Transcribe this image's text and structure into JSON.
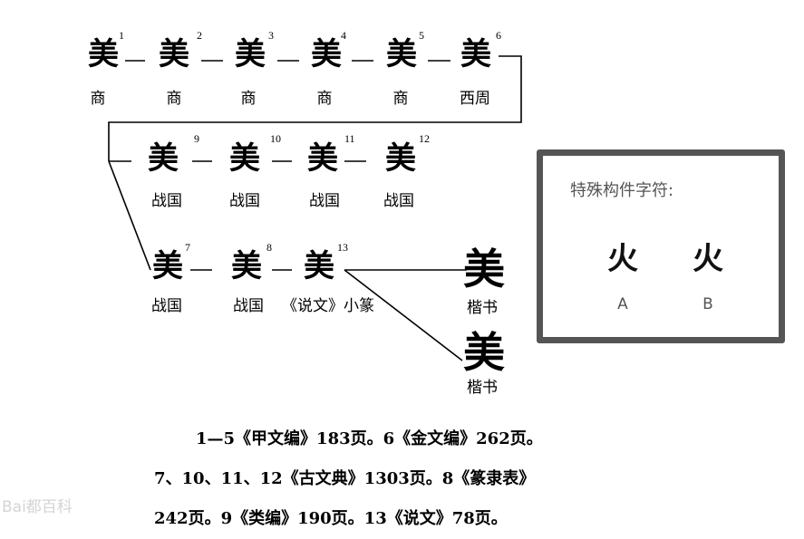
{
  "glyphs": [
    {
      "char": "美",
      "num": "1",
      "era": "商"
    },
    {
      "char": "美",
      "num": "2",
      "era": "商"
    },
    {
      "char": "美",
      "num": "3",
      "era": "商"
    },
    {
      "char": "美",
      "num": "4",
      "era": "商"
    },
    {
      "char": "美",
      "num": "5",
      "era": "商"
    },
    {
      "char": "美",
      "num": "6",
      "era": "西周"
    },
    {
      "char": "美",
      "num": "9",
      "era": "战国"
    },
    {
      "char": "美",
      "num": "10",
      "era": "战国"
    },
    {
      "char": "美",
      "num": "11",
      "era": "战国"
    },
    {
      "char": "美",
      "num": "12",
      "era": "战国"
    },
    {
      "char": "美",
      "num": "7",
      "era": "战国"
    },
    {
      "char": "美",
      "num": "8",
      "era": "战国"
    },
    {
      "char": "美",
      "num": "13",
      "era": "《说文》小篆"
    },
    {
      "char": "美",
      "num": "",
      "era": "楷书"
    },
    {
      "char": "美",
      "num": "",
      "era": "楷书"
    }
  ],
  "panel": {
    "title": "特殊构件字符:",
    "items": [
      {
        "char": "火",
        "label": "A"
      },
      {
        "char": "火",
        "label": "B"
      }
    ]
  },
  "notes": [
    "1—5《甲文编》183页。6《金文编》262页。",
    "7、10、11、12《古文典》1303页。8《篆隶表》",
    "242页。9《类编》190页。13《说文》78页。"
  ],
  "watermark": "Bai都百科"
}
